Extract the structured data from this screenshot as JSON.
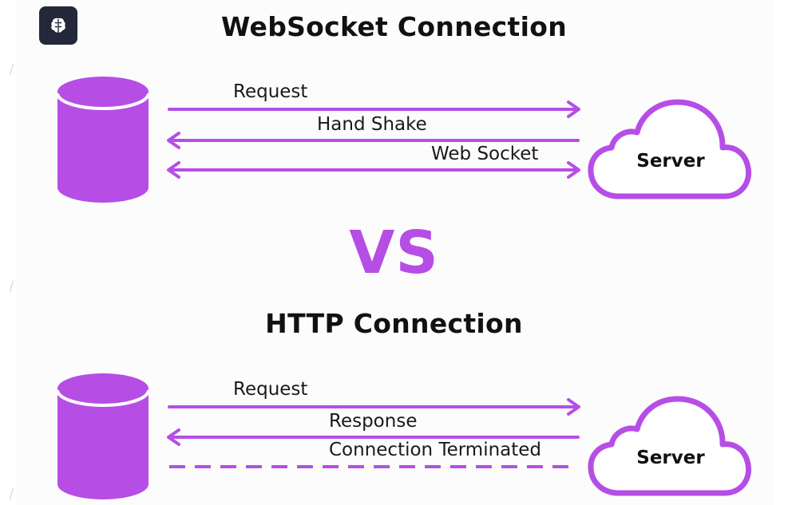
{
  "websocket": {
    "title": "WebSocket Connection",
    "arrows": [
      {
        "label": "Request",
        "direction": "right"
      },
      {
        "label": "Hand Shake",
        "direction": "left"
      },
      {
        "label": "Web Socket",
        "direction": "both"
      }
    ],
    "server_label": "Server"
  },
  "divider_text": "VS",
  "http": {
    "title": "HTTP Connection",
    "arrows": [
      {
        "label": "Request",
        "direction": "right"
      },
      {
        "label": "Response",
        "direction": "left"
      },
      {
        "label": "Connection Terminated",
        "direction": "none",
        "style": "dashed"
      }
    ],
    "server_label": "Server"
  },
  "colors": {
    "accent": "#b64ee6",
    "cylinder": "#b64ee6",
    "cloud_stroke": "#b64ee6",
    "badge": "#23283a"
  },
  "icons": {
    "app_badge": "brain-icon",
    "client": "database-icon",
    "server": "cloud-icon"
  }
}
